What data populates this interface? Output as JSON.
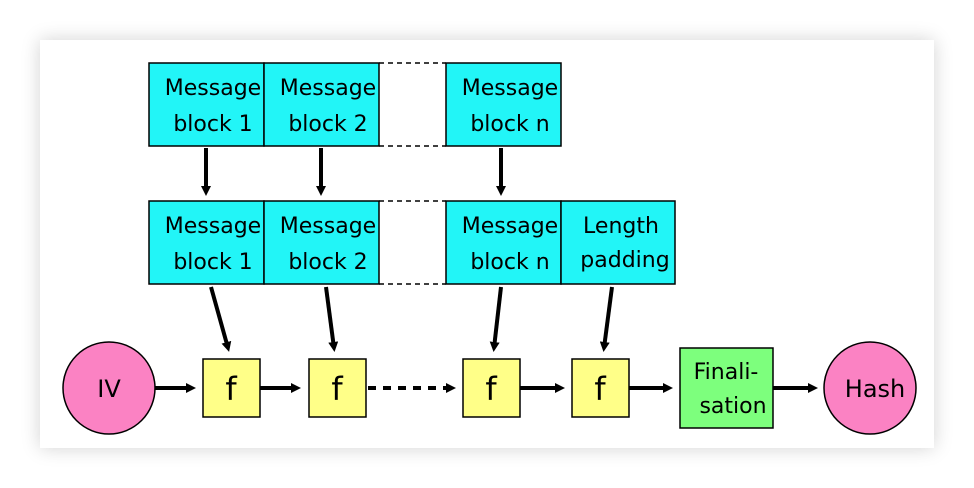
{
  "colors": {
    "message_block": "#22f5f7",
    "function_box": "#ffff88",
    "finalisation_box": "#7dff7d",
    "terminal_circle": "#fb82c3",
    "stroke": "#000000"
  },
  "input_blocks": [
    {
      "line1": "Message",
      "line2": "block 1"
    },
    {
      "line1": "Message",
      "line2": "block 2"
    },
    {
      "line1": "Message",
      "line2": "block n"
    }
  ],
  "padded_blocks": [
    {
      "line1": "Message",
      "line2": "block 1"
    },
    {
      "line1": "Message",
      "line2": "block 2"
    },
    {
      "line1": "Message",
      "line2": "block n"
    },
    {
      "line1": "Length",
      "line2": "padding"
    }
  ],
  "iv_label": "IV",
  "function_label": "f",
  "finalisation": {
    "line1": "Finali-",
    "line2": "sation"
  },
  "hash_label": "Hash"
}
